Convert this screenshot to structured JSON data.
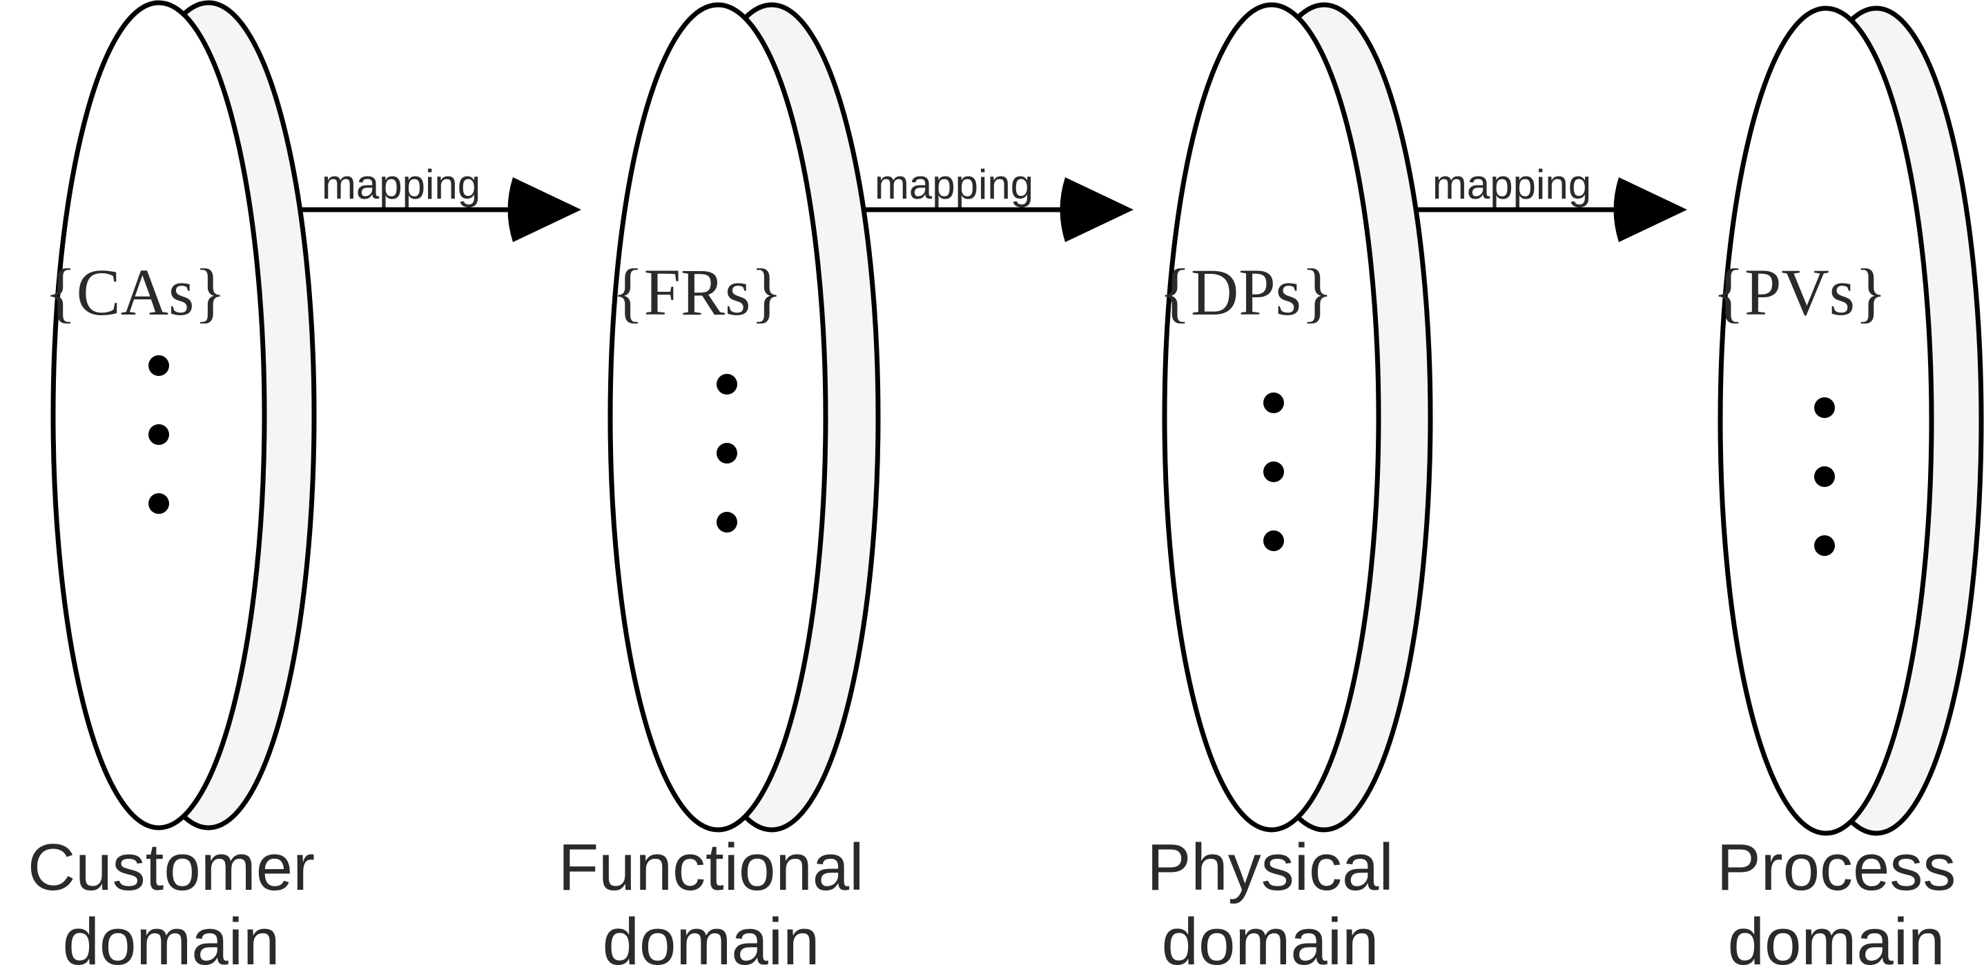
{
  "domains": [
    {
      "set_label": "{CAs}",
      "name_line1": "Customer",
      "name_line2": "domain"
    },
    {
      "set_label": "{FRs}",
      "name_line1": "Functional",
      "name_line2": "domain"
    },
    {
      "set_label": "{DPs}",
      "name_line1": "Physical",
      "name_line2": "domain"
    },
    {
      "set_label": "{PVs}",
      "name_line1": "Process",
      "name_line2": "domain"
    }
  ],
  "mappings": [
    {
      "label": "mapping"
    },
    {
      "label": "mapping"
    },
    {
      "label": "mapping"
    }
  ],
  "colors": {
    "stroke": "#000000",
    "disc_face": "#ffffff",
    "disc_rim": "#f5f5f5",
    "text": "#2a2a2a"
  }
}
